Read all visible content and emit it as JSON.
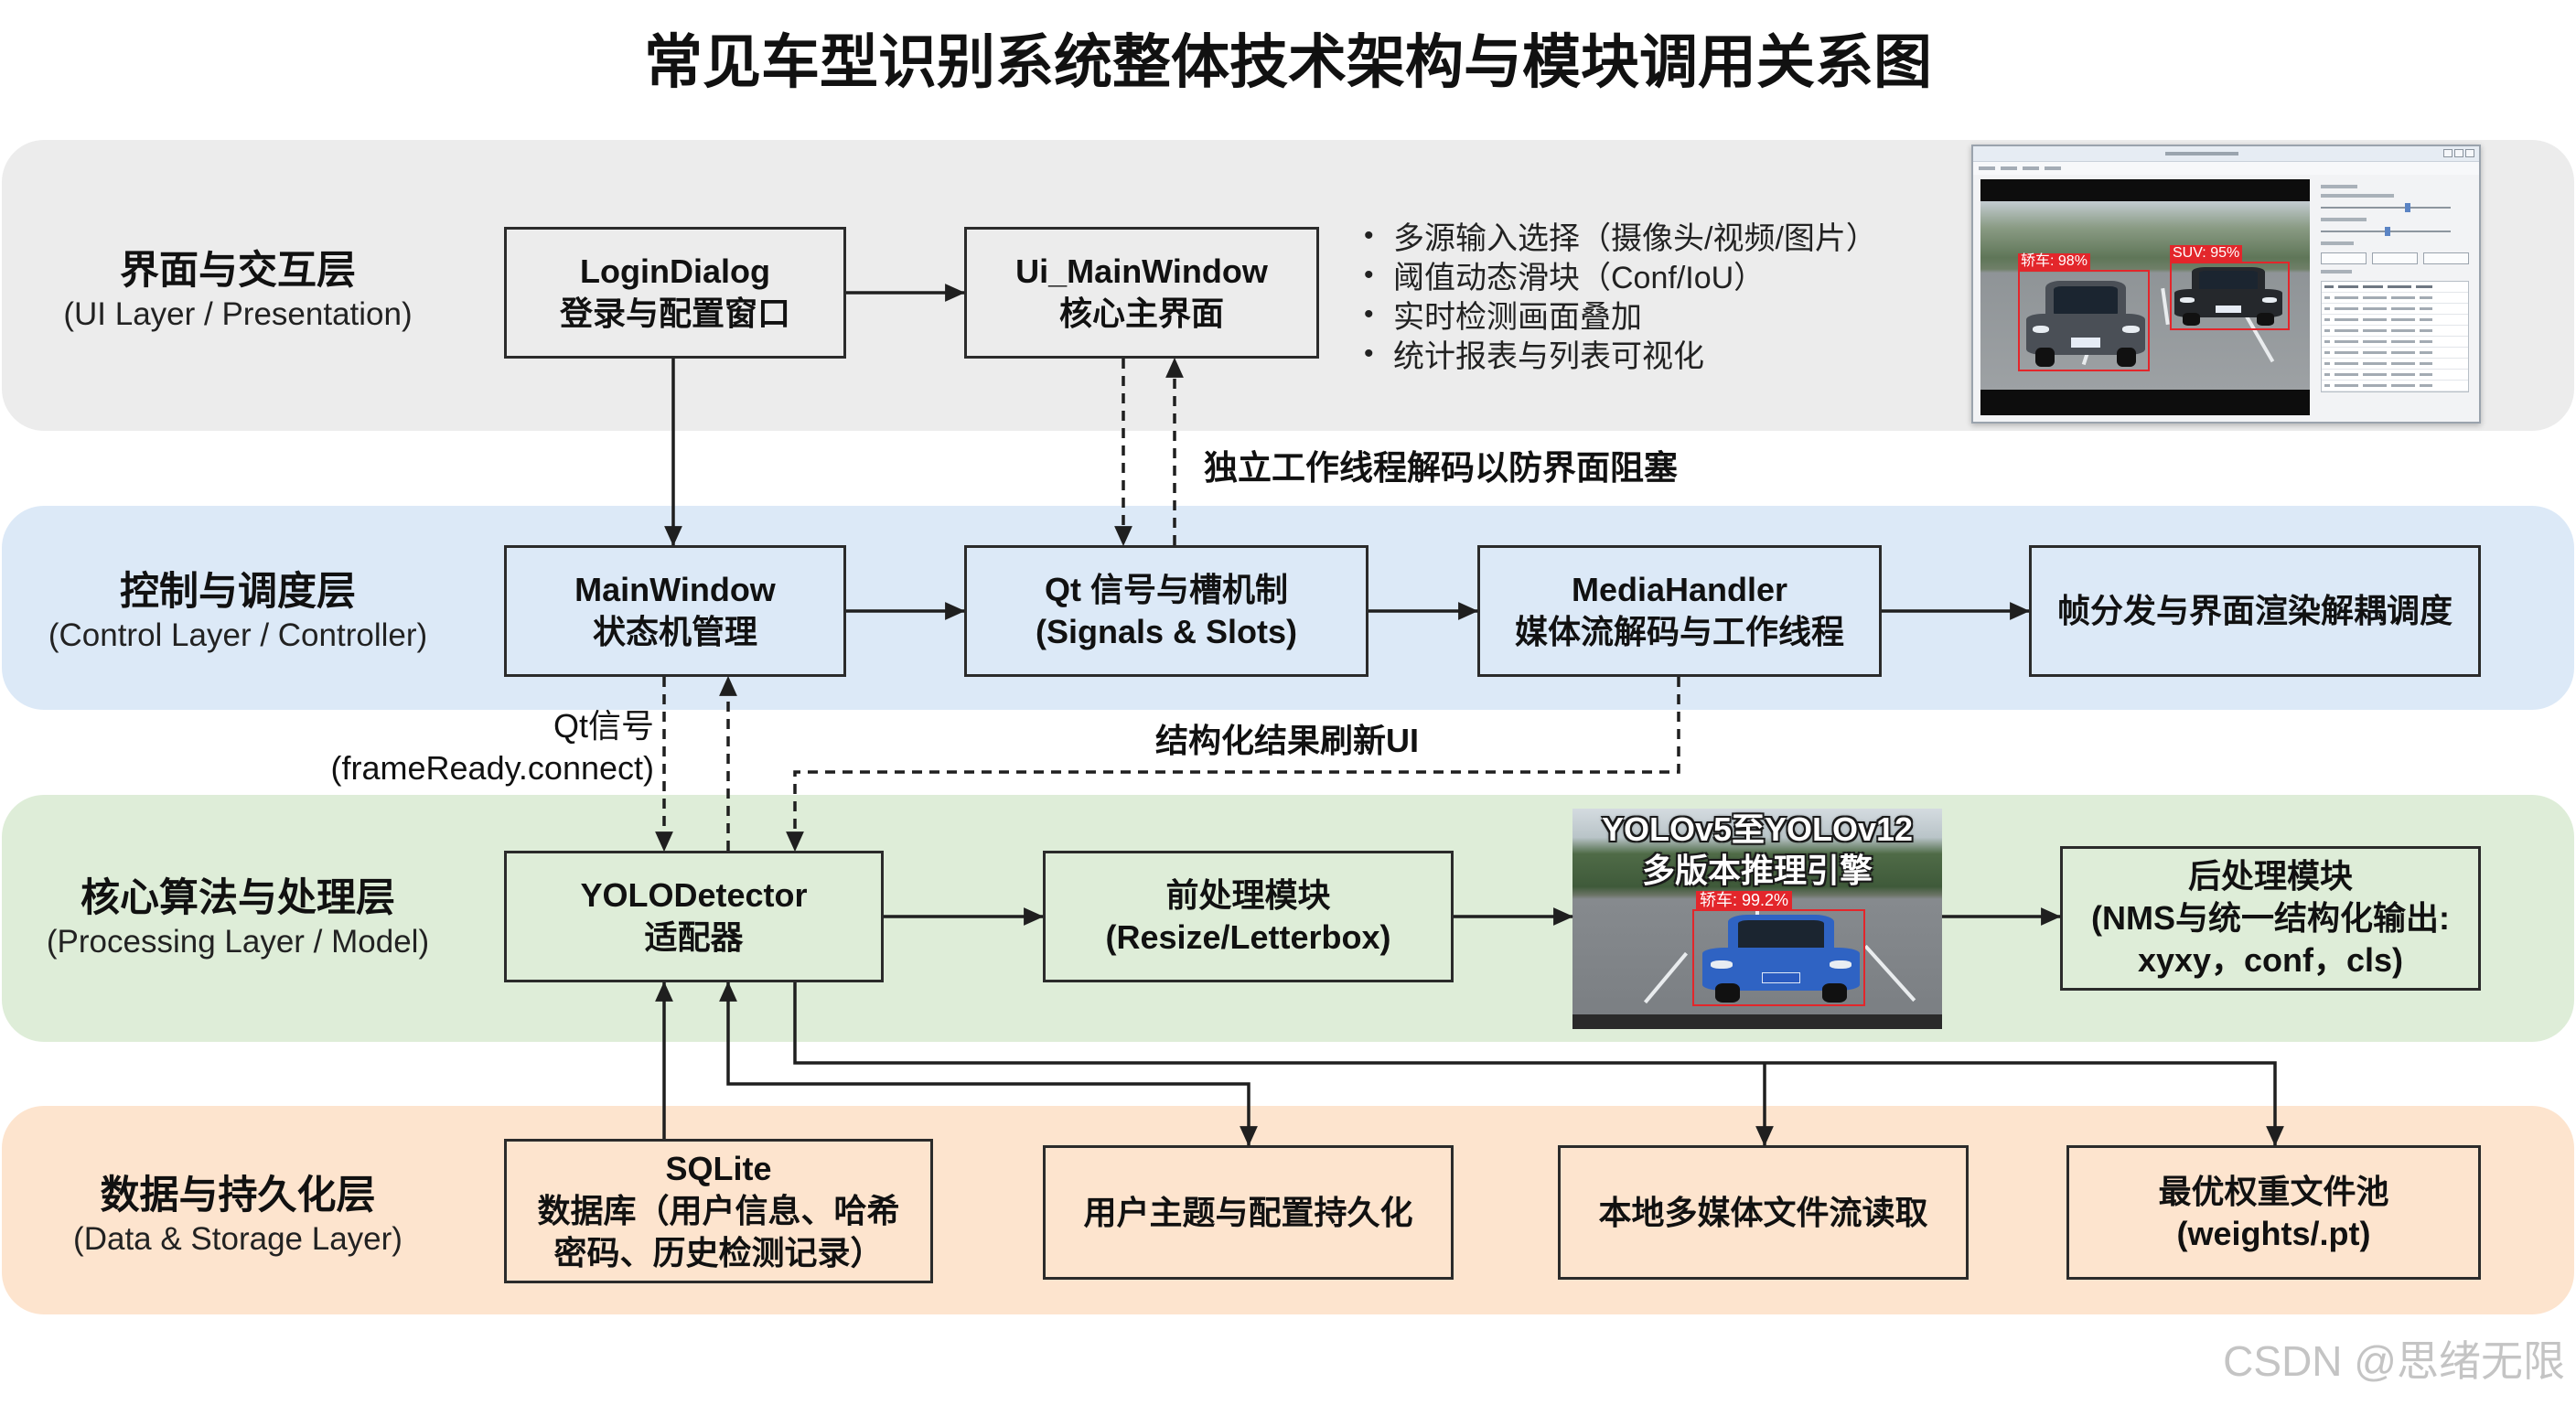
{
  "title": "常见车型识别系统整体技术架构与模块调用关系图",
  "layers": {
    "ui": {
      "name": "界面与交互层",
      "sub": "(UI Layer / Presentation)",
      "color": "#ececec"
    },
    "control": {
      "name": "控制与调度层",
      "sub": "(Control Layer / Controller)",
      "color": "#dce9f7"
    },
    "processing": {
      "name": "核心算法与处理层",
      "sub": "(Processing Layer / Model)",
      "color": "#deedd8"
    },
    "data": {
      "name": "数据与持久化层",
      "sub": "(Data & Storage Layer)",
      "color": "#fde4ce"
    }
  },
  "modules": {
    "login_dialog": {
      "line1": "LoginDialog",
      "line2": "登录与配置窗口"
    },
    "ui_main_window": {
      "line1": "Ui_MainWindow",
      "line2": "核心主界面"
    },
    "main_window": {
      "line1": "MainWindow",
      "line2": "状态机管理"
    },
    "qt_signals": {
      "line1": "Qt 信号与槽机制",
      "line2": "(Signals & Slots)"
    },
    "media_handler": {
      "line1": "MediaHandler",
      "line2": "媒体流解码与工作线程"
    },
    "frame_dispatch": {
      "line1": "帧分发与界面渲染解耦调度"
    },
    "yolo_detector": {
      "line1": "YOLODetector",
      "line2": "适配器"
    },
    "preprocess": {
      "line1": "前处理模块",
      "line2": "(Resize/Letterbox)"
    },
    "inference_engine": {
      "line1": "YOLOv5至YOLOv12",
      "line2": "多版本推理引擎",
      "detection": "轿车: 99.2%"
    },
    "postprocess": {
      "line1": "后处理模块",
      "line2": "(NMS与统一结构化输出:",
      "line3": "xyxy，conf，cls)"
    },
    "sqlite": {
      "line1": "SQLite",
      "line2": "数据库（用户信息、哈希",
      "line3": "密码、历史检测记录）"
    },
    "user_config": {
      "line1": "用户主题与配置持久化"
    },
    "local_media": {
      "line1": "本地多媒体文件流读取"
    },
    "weights_pool": {
      "line1": "最优权重文件池",
      "line2": "(weights/.pt)"
    }
  },
  "ui_features": [
    "多源输入选择（摄像头/视频/图片）",
    "阈值动态滑块（Conf/IoU）",
    "实时检测画面叠加",
    "统计报表与列表可视化"
  ],
  "preview": {
    "detections": [
      "轿车: 98%",
      "SUV: 95%"
    ]
  },
  "annotations": {
    "worker_thread": "独立工作线程解码以防界面阻塞",
    "qt_signal": "Qt信号",
    "qt_signal_call": "(frameReady.connect)",
    "refresh_ui": "结构化结果刷新UI"
  },
  "watermark": "CSDN @思绪无限",
  "colors": {
    "box_border": "#2b2b2b",
    "arrow": "#1f1f1f",
    "detection_red": "#e3262b",
    "watermark": "#c4c4c4"
  }
}
